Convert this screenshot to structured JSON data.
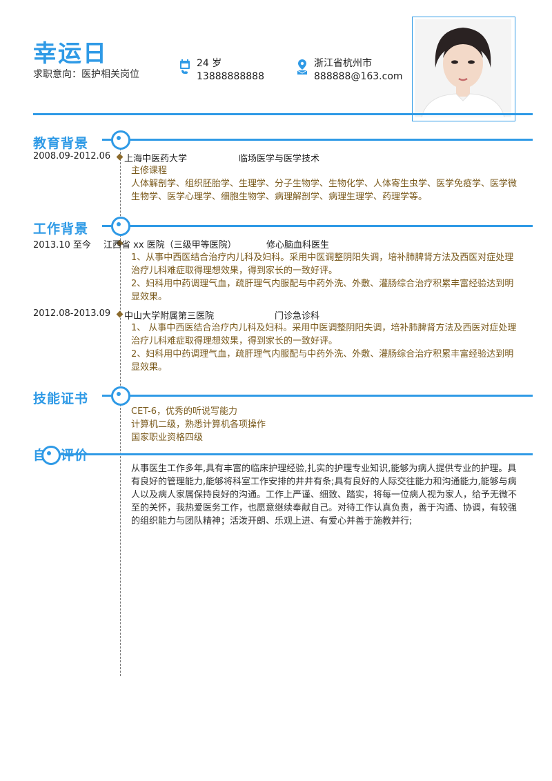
{
  "header": {
    "name": "幸运日",
    "intent": "求职意向：医护相关岗位",
    "age": "24 岁",
    "phone": "13888888888",
    "location": "浙江省杭州市",
    "email": "888888@163.com"
  },
  "icons": {
    "calendar": "calendar-icon",
    "phone": "phone-icon",
    "location": "location-pin-icon",
    "email": "email-icon"
  },
  "colors": {
    "accent": "#2f9ae6",
    "detail_text": "#7a5a1c",
    "diamond": "#8b6a2c"
  },
  "education": {
    "title": "教育背景",
    "date": "2008.09-2012.06",
    "school": "上海中医药大学",
    "major": "临场医学与医学技术",
    "courses_label": "主修课程",
    "courses": "人体解剖学、组织胚胎学、生理学、分子生物学、生物化学、人体寄生虫学、医学免疫学、医学微生物学、医学心理学、细胞生物学、病理解剖学、病理生理学、药理学等。"
  },
  "work": {
    "title": "工作背景",
    "jobs": [
      {
        "date": "2013.10 至今",
        "org": "江西省 xx 医院（三级甲等医院）",
        "role": "修心脑血科医生",
        "item1": "1、从事中西医结合治疗内儿科及妇科。采用中医调整阴阳失调，培补肺脾肾方法及西医对症处理治疗儿科难症取得理想效果，得到家长的一致好评。",
        "item2": "2、妇科用中药调理气血，疏肝理气内服配与中药外洗、外敷、灌肠综合治疗积累丰富经验达到明显效果。"
      },
      {
        "date": "2012.08-2013.09",
        "org": "中山大学附属第三医院",
        "role": "门诊急诊科",
        "item1": "1、 从事中西医结合治疗内儿科及妇科。采用中医调整阴阳失调，培补肺脾肾方法及西医对症处理治疗儿科难症取得理想效果，得到家长的一致好评。",
        "item2": "2、妇科用中药调理气血，疏肝理气内服配与中药外洗、外敷、灌肠综合治疗积累丰富经验达到明显效果。"
      }
    ]
  },
  "skills": {
    "title": "技能证书",
    "items": [
      "CET-6，优秀的听说写能力",
      "计算机二级，熟悉计算机各项操作",
      "国家职业资格四级"
    ]
  },
  "self_eval": {
    "title": "自我评价",
    "text": "从事医生工作多年,具有丰富的临床护理经验,扎实的护理专业知识,能够为病人提供专业的护理。具有良好的管理能力,能够将科室工作安排的井井有条;具有良好的人际交往能力和沟通能力,能够与病人以及病人家属保持良好的沟通。工作上严谨、细致、踏实，将每一位病人视为家人，给予无微不至的关怀，我热爱医务工作，也愿意继续奉献自己。对待工作认真负责，善于沟通、协调，有较强的组织能力与团队精神；活泼开朗、乐观上进、有爱心并善于施教并行;"
  }
}
